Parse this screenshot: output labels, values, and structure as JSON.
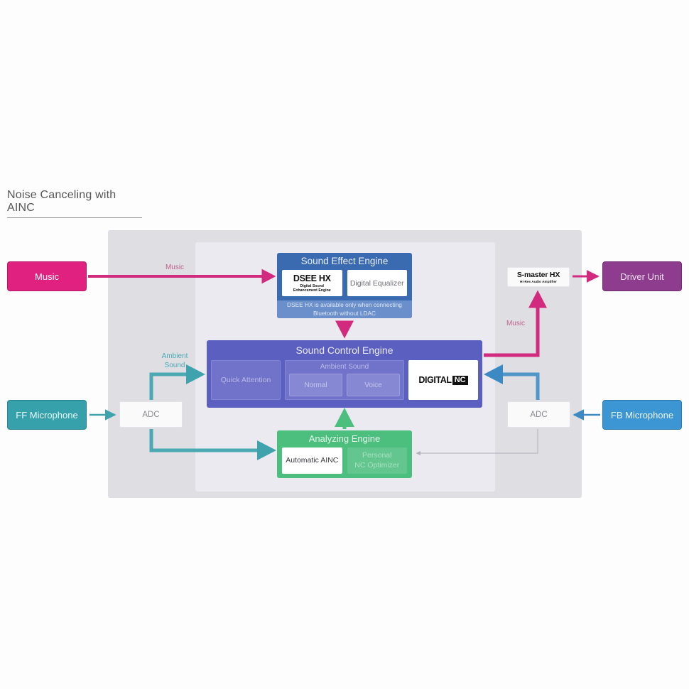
{
  "page": {
    "title": "Noise Canceling with AINC"
  },
  "colors": {
    "music_pink": "#e0217f",
    "driver_purple": "#8e3d8e",
    "ff_teal": "#36a1ab",
    "fb_blue": "#3d96d4",
    "sound_effect_blue": "#3a6ab0",
    "sound_control_indigo": "#5a5fc0",
    "analyzing_green": "#4cbe7e",
    "outer_panel": "#dedee3",
    "inner_panel": "#eaeaf0"
  },
  "inputs": {
    "music": {
      "label": "Music"
    },
    "ff_microphone": {
      "label": "FF Microphone"
    },
    "fb_microphone": {
      "label": "FB Microphone"
    }
  },
  "outputs": {
    "driver_unit": {
      "label": "Driver Unit"
    }
  },
  "converters": {
    "adc_left": {
      "label": "ADC"
    },
    "adc_right": {
      "label": "ADC"
    }
  },
  "amplifier": {
    "name": "S-master HX",
    "subtitle": "Hi-Res Audio Amplifier"
  },
  "sound_effect_engine": {
    "title": "Sound Effect Engine",
    "dsee": {
      "name": "DSEE HX",
      "subtitle_line1": "Digital Sound",
      "subtitle_line2": "Enhancement Engine"
    },
    "digital_equalizer": {
      "label": "Digital Equalizer"
    },
    "note_line1": "DSEE HX is available only when connecting",
    "note_line2": "Bluetooth without LDAC"
  },
  "sound_control_engine": {
    "title": "Sound Control Engine",
    "quick_attention": {
      "label": "Quick Attention"
    },
    "ambient_sound": {
      "title": "Ambient Sound",
      "modes": [
        {
          "label": "Normal"
        },
        {
          "label": "Voice"
        }
      ]
    },
    "digital_nc": {
      "text": "DIGITAL",
      "badge": "NC"
    }
  },
  "analyzing_engine": {
    "title": "Analyzing Engine",
    "items": [
      {
        "label": "Automatic AINC",
        "state": "active"
      },
      {
        "label": "Personal\nNC Optimizer",
        "state": "inactive"
      }
    ],
    "personal_line1": "Personal",
    "personal_line2": "NC Optimizer"
  },
  "flow_labels": {
    "music_in": "Music",
    "music_out": "Music",
    "ambient_sound_line1": "Ambient",
    "ambient_sound_line2": "Sound"
  }
}
